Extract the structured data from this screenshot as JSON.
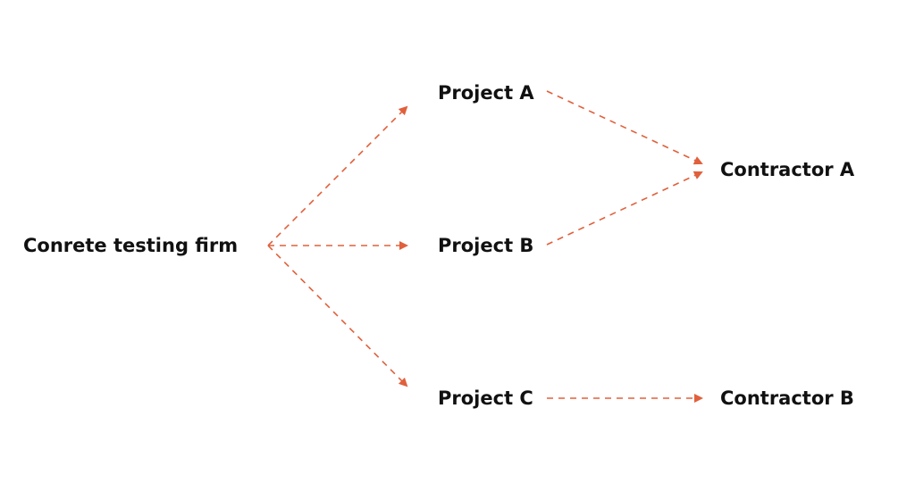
{
  "diagram": {
    "nodes": [
      {
        "id": "firm",
        "label": "Conrete testing firm"
      },
      {
        "id": "project_a",
        "label": "Project A"
      },
      {
        "id": "project_b",
        "label": "Project B"
      },
      {
        "id": "project_c",
        "label": "Project C"
      },
      {
        "id": "contractor_a",
        "label": "Contractor A"
      },
      {
        "id": "contractor_b",
        "label": "Contractor B"
      }
    ],
    "edges": [
      {
        "from": "firm",
        "to": "project_a"
      },
      {
        "from": "firm",
        "to": "project_b"
      },
      {
        "from": "firm",
        "to": "project_c"
      },
      {
        "from": "project_a",
        "to": "contractor_a"
      },
      {
        "from": "project_b",
        "to": "contractor_a"
      },
      {
        "from": "project_c",
        "to": "contractor_b"
      }
    ],
    "colors": {
      "arrow": "#e0603c",
      "text": "#111111",
      "background": "#ffffff"
    },
    "arrow_style": "dashed"
  }
}
